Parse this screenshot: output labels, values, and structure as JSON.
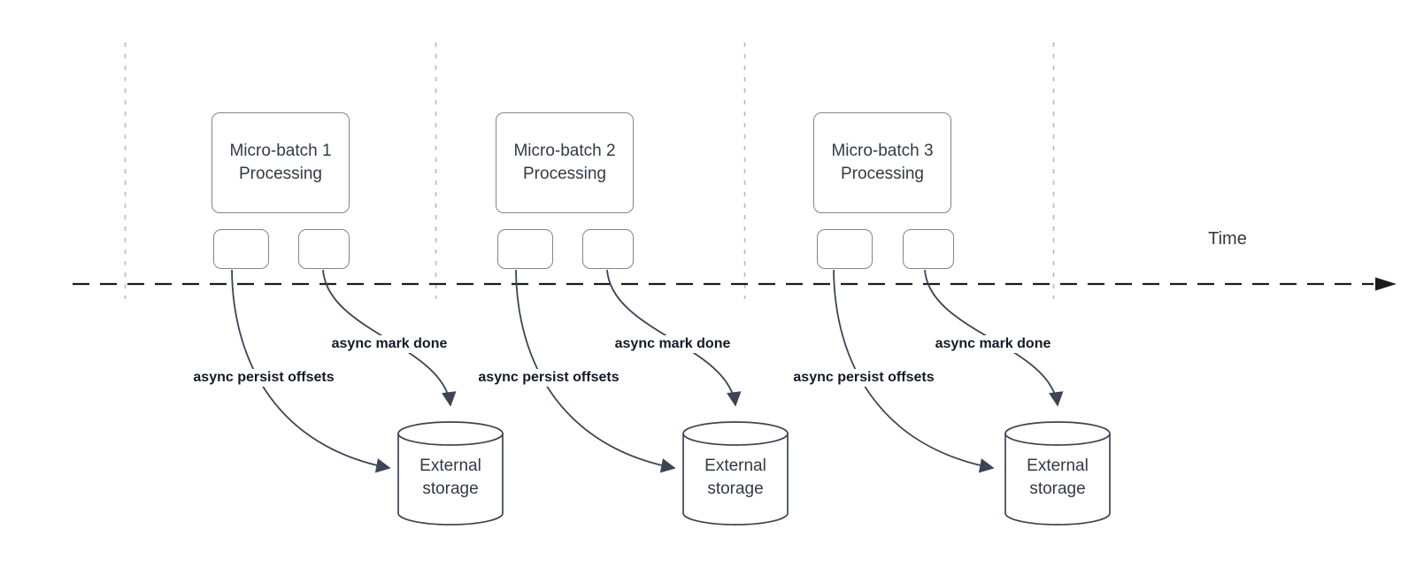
{
  "diagram": {
    "time_axis_label": "Time",
    "columns": [
      {
        "process_label": "Micro-batch 1 Processing",
        "persist_arrow_label": "async persist offsets",
        "done_arrow_label": "async mark done",
        "storage_label": "External storage"
      },
      {
        "process_label": "Micro-batch 2 Processing",
        "persist_arrow_label": "async persist offsets",
        "done_arrow_label": "async mark done",
        "storage_label": "External storage"
      },
      {
        "process_label": "Micro-batch 3 Processing",
        "persist_arrow_label": "async persist offsets",
        "done_arrow_label": "async mark done",
        "storage_label": "External storage"
      }
    ],
    "colors": {
      "background": "#ffffff",
      "box_border": "#858585",
      "shape_stroke": "#3c4455",
      "timeline": "#1c1c1c",
      "guide_line": "#bababa",
      "text": "#333a45",
      "label_text": "#131b26"
    }
  }
}
